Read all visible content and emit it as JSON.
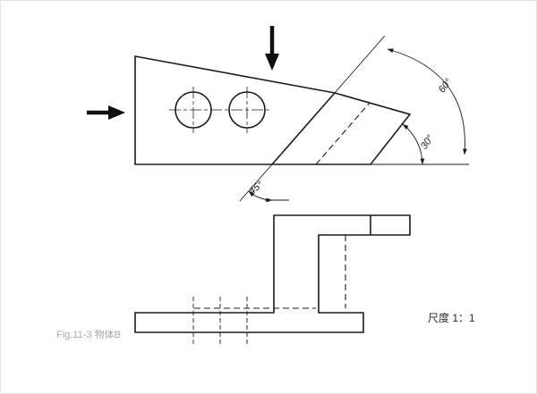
{
  "figure": {
    "caption": "Fig.11-3 物体B",
    "scale_label": "尺度 1：1"
  },
  "annotations": {
    "angle_top_right": "60°",
    "angle_right": "30°",
    "angle_bottom": "45°"
  },
  "colors": {
    "line": "#1c1c1c",
    "caption_text": "#a8a8a8",
    "scale_text": "#2b2b2b",
    "background": "#ffffff"
  }
}
